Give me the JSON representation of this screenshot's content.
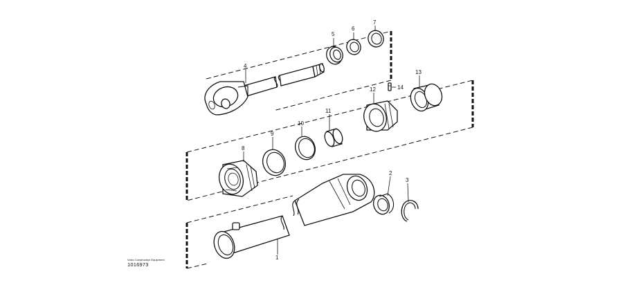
{
  "parts": [
    {
      "id": "1",
      "label": "1"
    },
    {
      "id": "2",
      "label": "2"
    },
    {
      "id": "3",
      "label": "3"
    },
    {
      "id": "4",
      "label": "4"
    },
    {
      "id": "5",
      "label": "5"
    },
    {
      "id": "6",
      "label": "6"
    },
    {
      "id": "7",
      "label": "7"
    },
    {
      "id": "8",
      "label": "8"
    },
    {
      "id": "9",
      "label": "9"
    },
    {
      "id": "10",
      "label": "10"
    },
    {
      "id": "11",
      "label": "11"
    },
    {
      "id": "12",
      "label": "12"
    },
    {
      "id": "13",
      "label": "13"
    },
    {
      "id": "14",
      "label": "14"
    }
  ],
  "credit": {
    "line1": "Volvo Construction Equipment",
    "drawing_number": "1016973"
  }
}
